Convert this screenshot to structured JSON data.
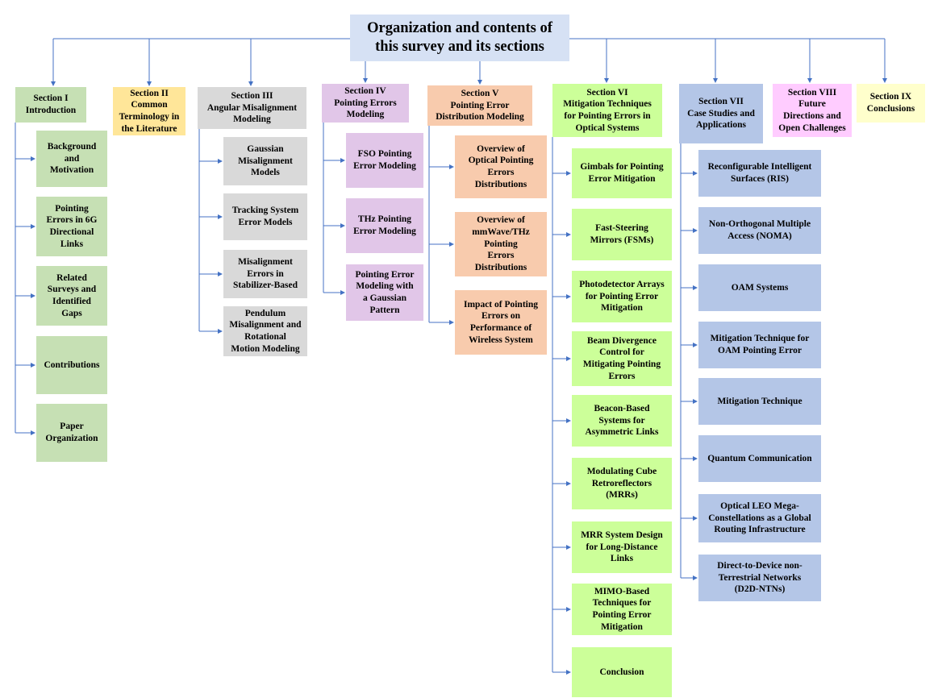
{
  "root": {
    "text": "Organization and contents of\nthis survey and its sections"
  },
  "sections": [
    {
      "label": "Section I\nIntroduction",
      "color": "#c6e0b4",
      "children": [
        "Background\nand\nMotivation",
        "Pointing\nErrors in 6G\nDirectional\nLinks",
        "Related\nSurveys and\nIdentified\nGaps",
        "Contributions",
        "Paper\nOrganization"
      ]
    },
    {
      "label": "Section II\nCommon\nTerminology in\nthe Literature",
      "color": "#ffe699",
      "children": []
    },
    {
      "label": "Section III\nAngular Misalignment\nModeling",
      "color": "#d9d9d9",
      "children": [
        "Gaussian\nMisalignment\nModels",
        "Tracking System\nError Models",
        "Misalignment\nErrors in\nStabilizer-Based",
        "Pendulum\nMisalignment and\nRotational\nMotion Modeling"
      ]
    },
    {
      "label": "Section IV\nPointing Errors\nModeling",
      "color": "#e1c6e8",
      "children": [
        "FSO Pointing\nError Modeling",
        "THz Pointing\nError Modeling",
        "Pointing Error\nModeling with\na Gaussian\nPattern"
      ]
    },
    {
      "label": "Section V\nPointing Error\nDistribution Modeling",
      "color": "#f8cbad",
      "children": [
        "Overview of\nOptical Pointing\nErrors\nDistributions",
        "Overview of\nmmWave/THz\nPointing\nErrors\nDistributions",
        "Impact of Pointing\nErrors on\nPerformance of\nWireless System"
      ]
    },
    {
      "label": "Section VI\nMitigation Techniques\nfor Pointing Errors in\nOptical Systems",
      "color": "#ccff99",
      "children": [
        "Gimbals for Pointing\nError Mitigation",
        "Fast-Steering\nMirrors (FSMs)",
        "Photodetector Arrays\nfor Pointing Error\nMitigation",
        "Beam Divergence\nControl for\nMitigating Pointing\nErrors",
        "Beacon-Based\nSystems for\nAsymmetric Links",
        "Modulating Cube\nRetroreflectors\n(MRRs)",
        "MRR System Design\nfor Long-Distance\nLinks",
        "MIMO-Based\nTechniques for\nPointing Error\nMitigation",
        "Conclusion"
      ]
    },
    {
      "label": "Section VII\nCase Studies and\nApplications",
      "color": "#b4c6e7",
      "children": [
        "Reconfigurable Intelligent\nSurfaces (RIS)",
        "Non-Orthogonal Multiple\nAccess (NOMA)",
        "OAM Systems",
        "Mitigation Technique for\nOAM Pointing Error",
        "Mitigation Technique",
        "Quantum Communication",
        "Optical LEO Mega-\nConstellations as a Global\nRouting Infrastructure",
        "Direct-to-Device non-\nTerrestrial Networks\n(D2D-NTNs)"
      ]
    },
    {
      "label": "Section VIII\nFuture\nDirections and\nOpen Challenges",
      "color": "#ffccff",
      "children": []
    },
    {
      "label": "Section IX\nConclusions",
      "color": "#ffffcc",
      "children": []
    }
  ],
  "connector_color": "#4472c4"
}
